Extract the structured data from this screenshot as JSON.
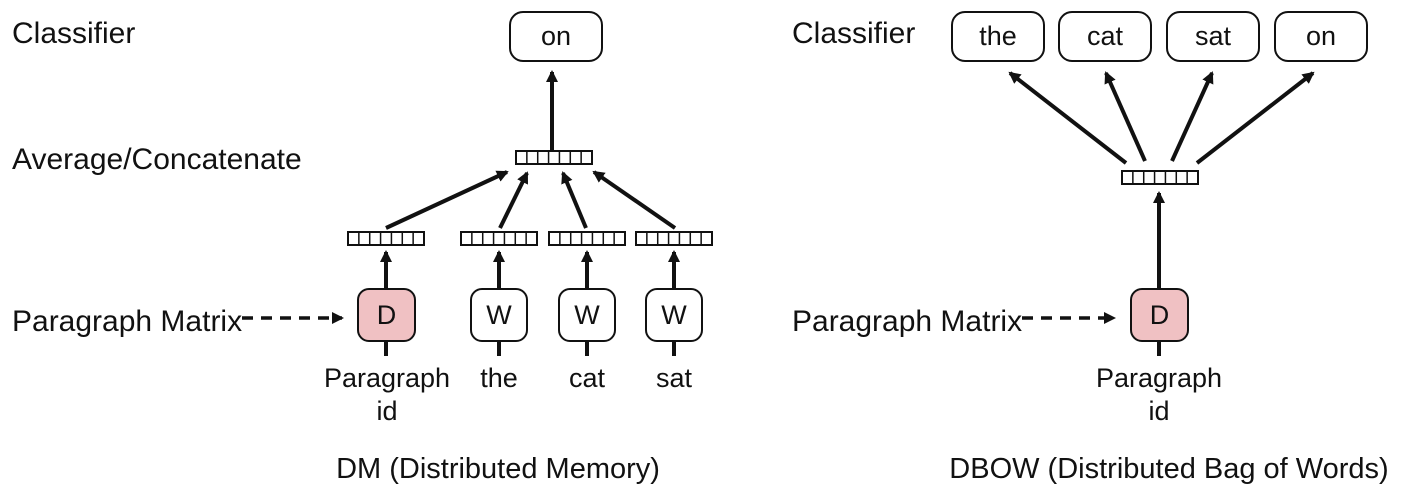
{
  "dm": {
    "labels": {
      "classifier": "Classifier",
      "average": "Average/Concatenate",
      "paragraph_matrix": "Paragraph Matrix"
    },
    "output": "on",
    "nodes": {
      "paragraph": "D",
      "word": "W"
    },
    "inputs": [
      "Paragraph id",
      "the",
      "cat",
      "sat"
    ],
    "caption": "DM (Distributed Memory)"
  },
  "dbow": {
    "labels": {
      "classifier": "Classifier",
      "paragraph_matrix": "Paragraph Matrix"
    },
    "outputs": [
      "the",
      "cat",
      "sat",
      "on"
    ],
    "nodes": {
      "paragraph": "D"
    },
    "input": "Paragraph id",
    "caption": "DBOW (Distributed Bag of Words)"
  },
  "colors": {
    "paragraph_node_fill": "#f0c1c3",
    "stroke": "#111111"
  }
}
